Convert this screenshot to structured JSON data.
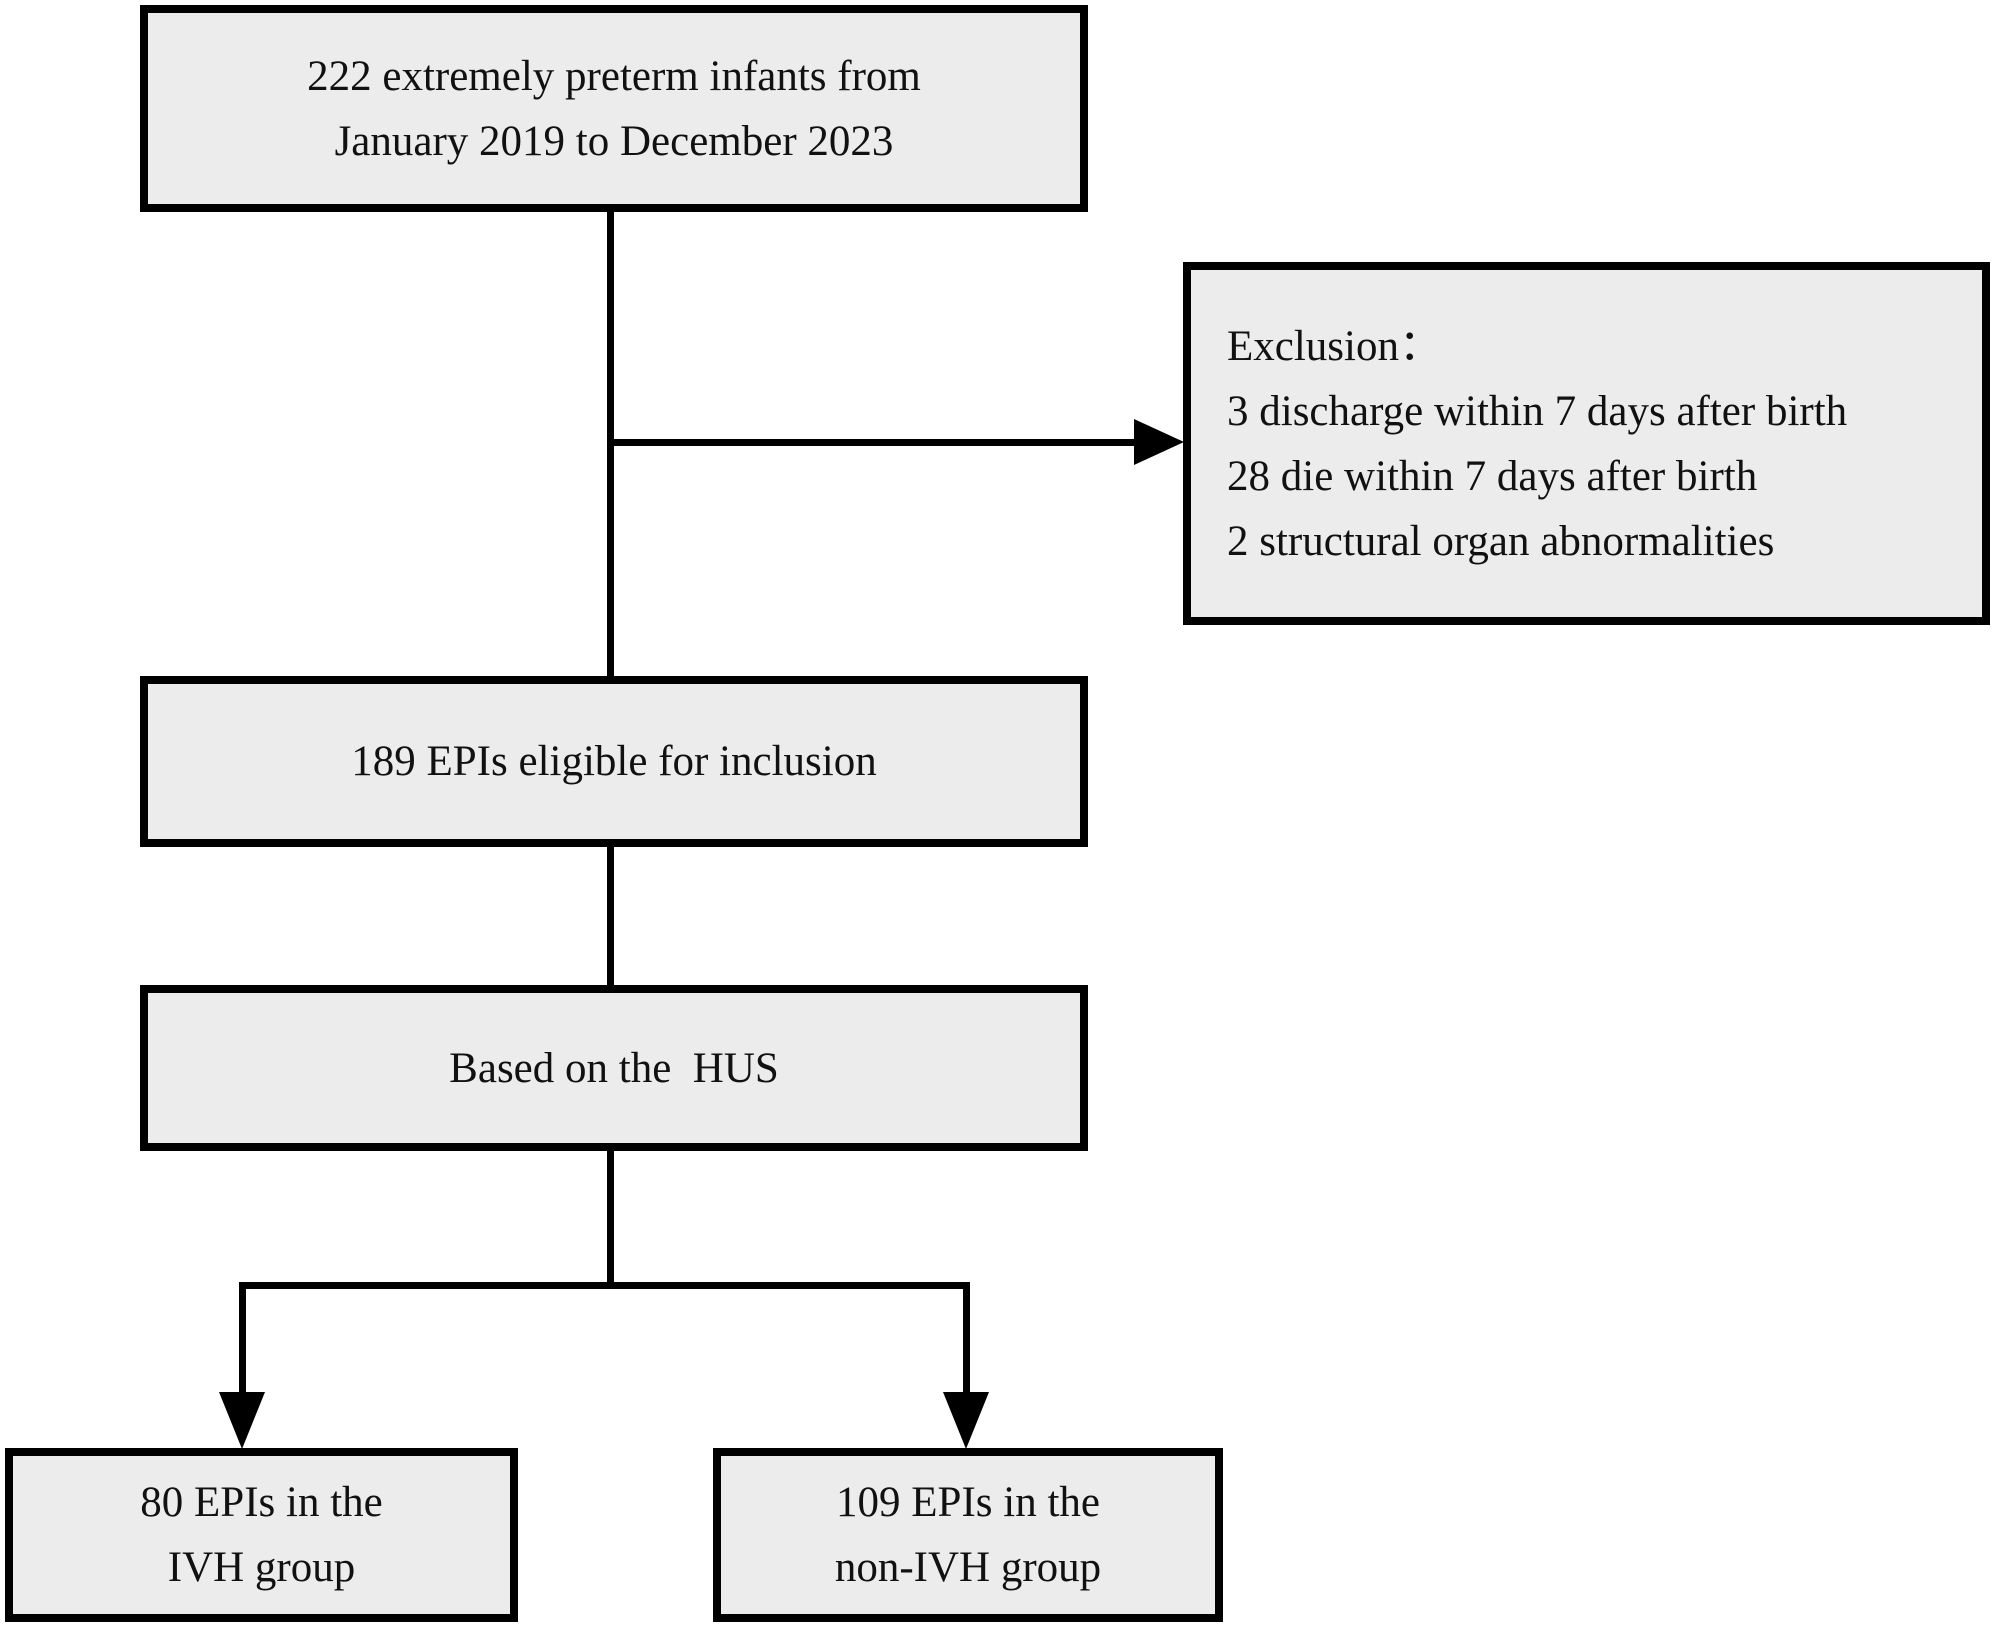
{
  "figure": {
    "type": "flowchart",
    "boxes": {
      "initial": {
        "lines": [
          "222 extremely preterm infants from",
          "January 2019 to December 2023"
        ]
      },
      "exclusion": {
        "heading": "Exclusion：",
        "items": [
          "3 discharge within 7 days after birth",
          "28 die within 7 days after birth",
          "2 structural organ abnormalities"
        ]
      },
      "eligible": {
        "label": "189 EPIs eligible for inclusion"
      },
      "hus": {
        "label": "Based on the  HUS"
      },
      "ivh_group": {
        "lines": [
          "80 EPIs in the",
          "IVH group"
        ]
      },
      "non_ivh_group": {
        "lines": [
          "109 EPIs in the",
          "non-IVH group"
        ]
      }
    },
    "colors": {
      "box_fill": "#ececec",
      "box_border": "#000000",
      "line_color": "#000000",
      "text_color": "#111111",
      "page_bg": "#ffffff"
    }
  }
}
